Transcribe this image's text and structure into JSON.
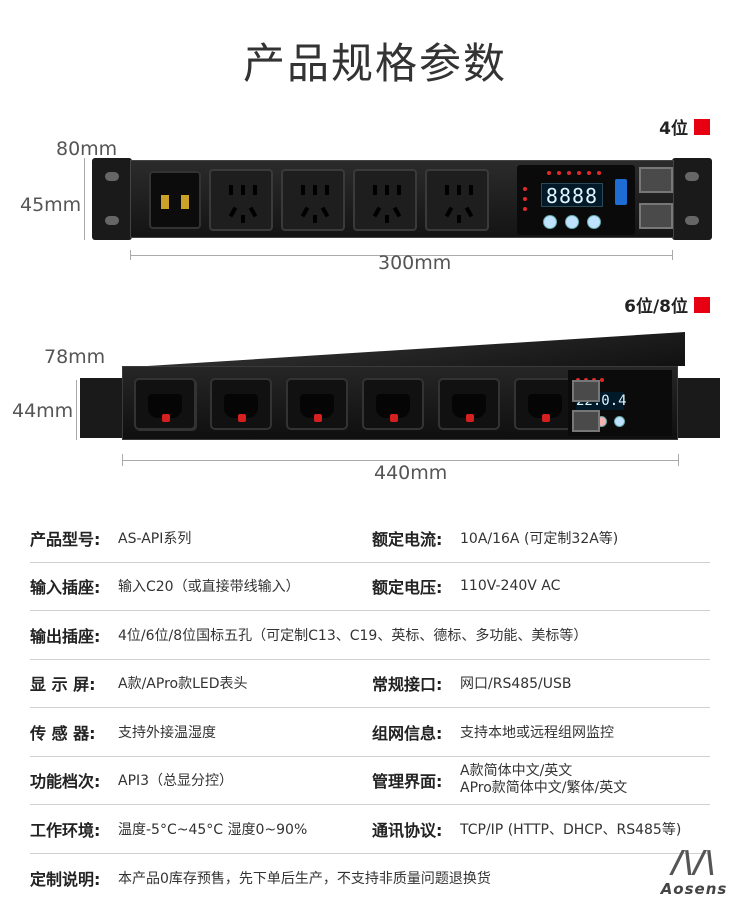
{
  "title": "产品规格参数",
  "variant_4": "4位",
  "variant_68": "6位/8位",
  "device1": {
    "depth": "80mm",
    "height": "45mm",
    "width": "300mm",
    "display": "8888"
  },
  "device2": {
    "depth": "78mm",
    "height": "44mm",
    "width": "440mm",
    "display": "22.0.4"
  },
  "specs": [
    {
      "label_l": "产品型号:",
      "value_l": "AS-API系列",
      "label_r": "额定电流:",
      "value_r": "10A/16A (可定制32A等)"
    },
    {
      "label_l": "输入插座:",
      "value_l": "输入C20（或直接带线输入）",
      "label_r": "额定电压:",
      "value_r": "110V-240V AC"
    },
    {
      "label_l": "输出插座:",
      "value_l": "4位/6位/8位国标五孔（可定制C13、C19、英标、德标、多功能、美标等）"
    },
    {
      "label_l": "显 示 屏:",
      "value_l": "A款/APro款LED表头",
      "label_r": "常规接口:",
      "value_r": "网口/RS485/USB"
    },
    {
      "label_l": "传 感 器:",
      "value_l": "支持外接温湿度",
      "label_r": "组网信息:",
      "value_r": "支持本地或远程组网监控"
    },
    {
      "label_l": "功能档次:",
      "value_l": "API3（总显分控）",
      "label_r": "管理界面:",
      "value_r": "A款简体中文/英文",
      "value_r2": "APro款简体中文/繁体/英文"
    },
    {
      "label_l": "工作环境:",
      "value_l": "温度-5°C~45°C 湿度0~90%",
      "label_r": "通讯协议:",
      "value_r": "TCP/IP (HTTP、DHCP、RS485等)"
    },
    {
      "label_l": "定制说明:",
      "value_l": "本产品0库存预售，先下单后生产，不支持非质量问题退换货"
    }
  ],
  "logo_text": "Aosens",
  "colors": {
    "accent": "#e60012",
    "seg_blue": "#1b8fe0"
  }
}
